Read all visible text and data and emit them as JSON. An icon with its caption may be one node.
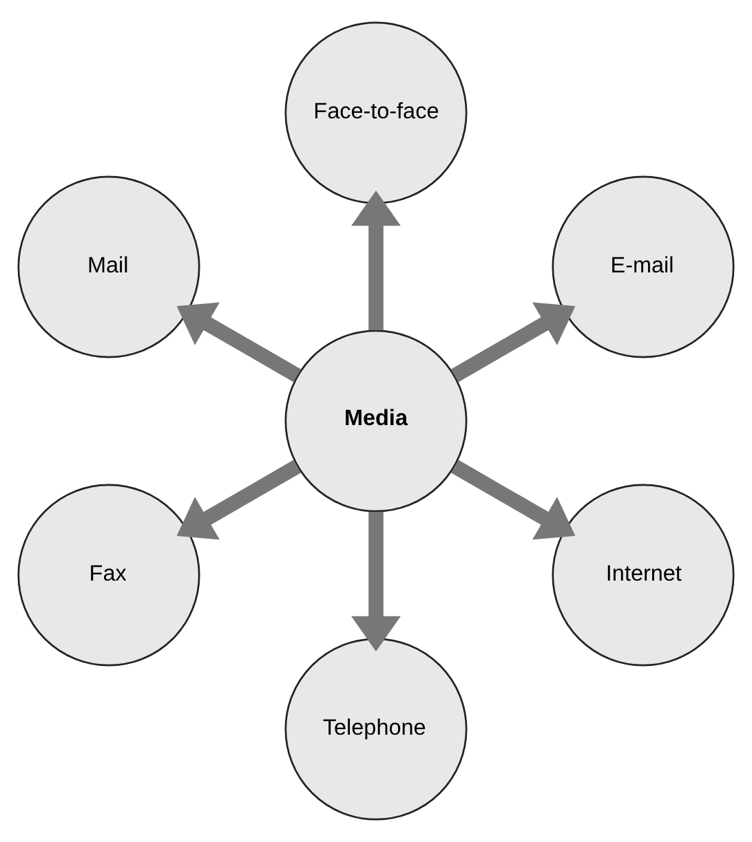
{
  "diagram": {
    "nodes": [
      {
        "text": [
          "E-mail"
        ]
      },
      {
        "text": [
          "Face-to-face"
        ]
      },
      {
        "text": [
          "Mail"
        ]
      },
      {
        "text": [
          "Media"
        ]
      },
      {
        "text": [
          "Fax"
        ]
      },
      {
        "text": [
          "Telephone"
        ]
      },
      {
        "text": [
          "Internet"
        ]
      }
    ],
    "edges": [
      {
        "from": 3,
        "to": 0,
        "arrow": "to"
      },
      {
        "from": 3,
        "to": 2,
        "arrow": "to"
      },
      {
        "from": 3,
        "to": 5,
        "arrow": "to"
      },
      {
        "from": 3,
        "to": 6,
        "arrow": "to"
      },
      {
        "from": 3,
        "to": 4,
        "arrow": "to"
      },
      {
        "from": 3,
        "to": 1,
        "arrow": "to"
      }
    ]
  }
}
